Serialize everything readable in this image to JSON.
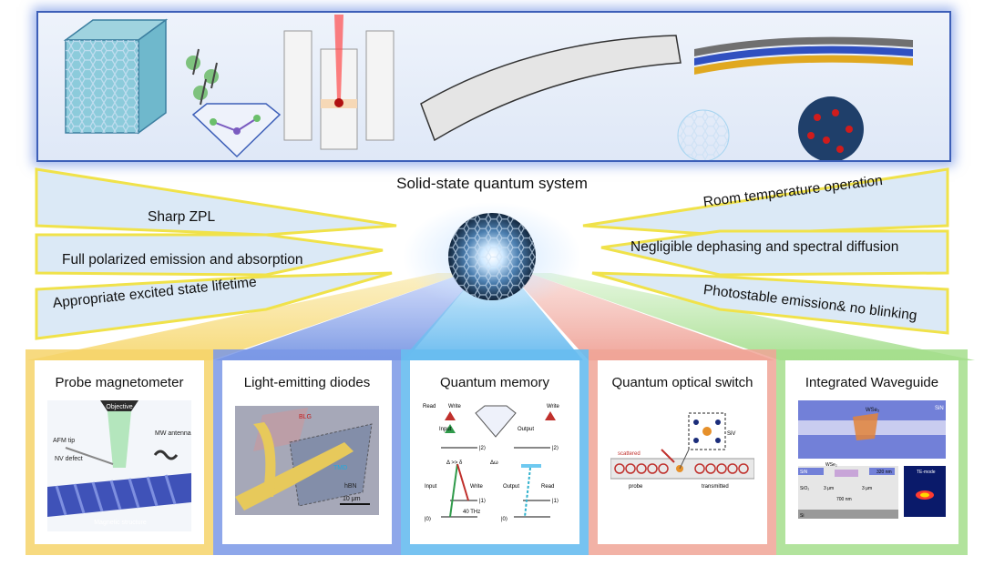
{
  "central": {
    "title": "Solid-state quantum system"
  },
  "left_properties": [
    {
      "label": "Sharp ZPL"
    },
    {
      "label": "Full polarized emission and absorption"
    },
    {
      "label": "Appropriate excited state lifetime"
    }
  ],
  "right_properties": [
    {
      "label": "Room temperature operation"
    },
    {
      "label": "Negligible dephasing and spectral diffusion"
    },
    {
      "label": "Photostable emission& no blinking"
    }
  ],
  "applications": [
    {
      "title": "Probe magnetometer",
      "labels": {
        "objective": "Objective",
        "afm": "AFM tip",
        "mw": "MW antenna",
        "nv": "NV defect",
        "substrate": "Magnetic structure"
      }
    },
    {
      "title": "Light-emitting diodes",
      "labels": {
        "blg": "BLG",
        "tmd": "TMD",
        "hbn": "hBN",
        "scale": "10 μm"
      }
    },
    {
      "title": "Quantum memory",
      "labels": {
        "read": "Read",
        "write": "Write",
        "input": "Input",
        "output": "Output",
        "level2": "|2⟩",
        "level1": "|1⟩",
        "level0": "|0⟩",
        "freq": "40 THz",
        "delta": "Δ >> δ",
        "domega": "Δω"
      }
    },
    {
      "title": "Quantum optical switch",
      "labels": {
        "scattered": "scattered",
        "probe": "probe",
        "transmitted": "transmitted",
        "siv": "SiV"
      }
    },
    {
      "title": "Integrated Waveguide",
      "labels": {
        "sin": "SiN",
        "wse2": "WSe₂",
        "sio2": "SiO₂",
        "si": "Si",
        "thick": "320 nm",
        "gap1": "3 μm",
        "gap2": "3 μm",
        "width": "700 nm",
        "mode": "TE-mode"
      }
    }
  ],
  "colors": {
    "frame_blue": "#3d5fb8",
    "flag_yellow": "#f0e24a",
    "flag_fill": "#dbe9f6",
    "panel_yellow": "#f4d46a",
    "panel_blue": "#6f8fe0",
    "panel_cyan": "#62b7ee",
    "panel_red": "#ee9a8e",
    "panel_green": "#9fdc86"
  }
}
